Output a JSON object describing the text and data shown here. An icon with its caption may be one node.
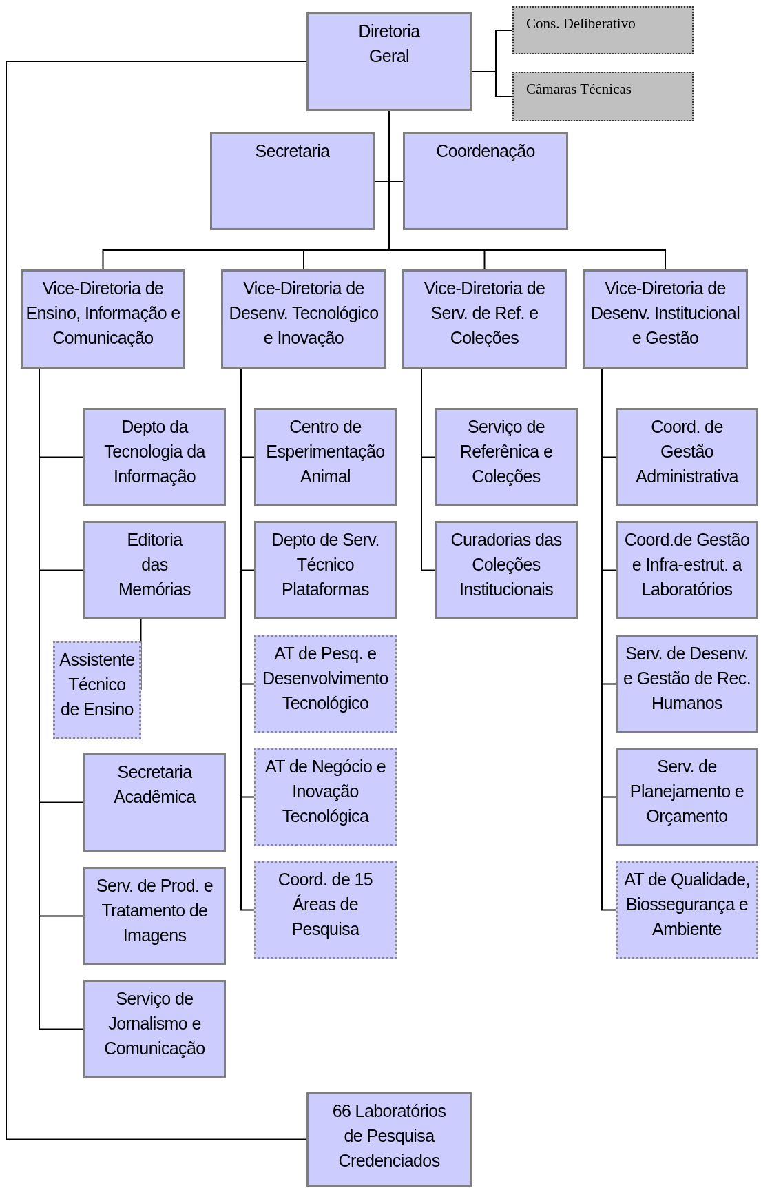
{
  "diagram": {
    "nodes": [
      {
        "text": [
          "Diretoria Geral"
        ]
      },
      {
        "text": [
          "Cons. Deliberativo"
        ]
      },
      {
        "text": [
          "Câmaras Técnicas"
        ]
      },
      {
        "text": [
          "Secretaria"
        ]
      },
      {
        "text": [
          "Coordenação"
        ]
      },
      {
        "text": [
          "Vice-Diretoria de Ensino, Informação e Comunicação"
        ]
      },
      {
        "text": [
          "Vice-Diretoria de Desenv. Tecnológico e Inovação"
        ]
      },
      {
        "text": [
          "Vice-Diretoria de Serv. de Ref. e Coleções"
        ]
      },
      {
        "text": [
          "Vice-Diretoria de Desenv. Institucional e Gestão"
        ]
      },
      {
        "text": [
          "Depto da Tecnologia da Informação"
        ]
      },
      {
        "text": [
          "Editoria das Memórias"
        ]
      },
      {
        "text": [
          "Assistente Técnico de Ensino"
        ]
      },
      {
        "text": [
          "Secretaria Acadêmica"
        ]
      },
      {
        "text": [
          "Serv. de Prod. e Tratamento de Imagens"
        ]
      },
      {
        "text": [
          "Serviço de Jornalismo e Comunicação"
        ]
      },
      {
        "text": [
          "Centro de Esperimentação Animal"
        ]
      },
      {
        "text": [
          "Depto de Serv. Técnico Plataformas"
        ]
      },
      {
        "text": [
          "AT de Pesq. e Desenvolvimento Tecnológico"
        ]
      },
      {
        "text": [
          "AT de Negócio e Inovação Tecnológica"
        ]
      },
      {
        "text": [
          "Coord. de 15 Áreas de Pesquisa"
        ]
      },
      {
        "text": [
          "Serviço de Referênica e Coleções"
        ]
      },
      {
        "text": [
          "Curadorias das Coleções Institucionais"
        ]
      },
      {
        "text": [
          "Coord. de Gestão Administrativa"
        ]
      },
      {
        "text": [
          "Coord.de Gestão e Infra-estrut. a Laboratórios"
        ]
      },
      {
        "text": [
          "Serv. de Desenv. e Gestão de Rec. Humanos"
        ]
      },
      {
        "text": [
          "Serv. de Planejamento e Orçamento"
        ]
      },
      {
        "text": [
          "AT de Qualidade, Biossegurança e Ambiente"
        ]
      },
      {
        "text": [
          "66 Laboratórios de Pesquisa Credenciados"
        ]
      }
    ],
    "edges": [
      {
        "from": 0,
        "to": 1,
        "arrow": "none"
      },
      {
        "from": 0,
        "to": 2,
        "arrow": "none"
      },
      {
        "from": 0,
        "to": 3,
        "arrow": "none"
      },
      {
        "from": 0,
        "to": 4,
        "arrow": "none"
      },
      {
        "from": 0,
        "to": 5,
        "arrow": "none"
      },
      {
        "from": 0,
        "to": 6,
        "arrow": "none"
      },
      {
        "from": 0,
        "to": 7,
        "arrow": "none"
      },
      {
        "from": 0,
        "to": 8,
        "arrow": "none"
      },
      {
        "from": 0,
        "to": 27,
        "arrow": "none"
      },
      {
        "from": 5,
        "to": 9,
        "arrow": "none"
      },
      {
        "from": 5,
        "to": 10,
        "arrow": "none"
      },
      {
        "from": 10,
        "to": 11,
        "arrow": "none"
      },
      {
        "from": 5,
        "to": 12,
        "arrow": "none"
      },
      {
        "from": 5,
        "to": 13,
        "arrow": "none"
      },
      {
        "from": 5,
        "to": 14,
        "arrow": "none"
      },
      {
        "from": 6,
        "to": 15,
        "arrow": "none"
      },
      {
        "from": 6,
        "to": 16,
        "arrow": "none"
      },
      {
        "from": 6,
        "to": 17,
        "arrow": "none"
      },
      {
        "from": 6,
        "to": 18,
        "arrow": "none"
      },
      {
        "from": 6,
        "to": 19,
        "arrow": "none"
      },
      {
        "from": 7,
        "to": 20,
        "arrow": "none"
      },
      {
        "from": 7,
        "to": 21,
        "arrow": "none"
      },
      {
        "from": 8,
        "to": 22,
        "arrow": "none"
      },
      {
        "from": 8,
        "to": 23,
        "arrow": "none"
      },
      {
        "from": 8,
        "to": 24,
        "arrow": "none"
      },
      {
        "from": 8,
        "to": 25,
        "arrow": "none"
      },
      {
        "from": 8,
        "to": 26,
        "arrow": "none"
      }
    ]
  }
}
